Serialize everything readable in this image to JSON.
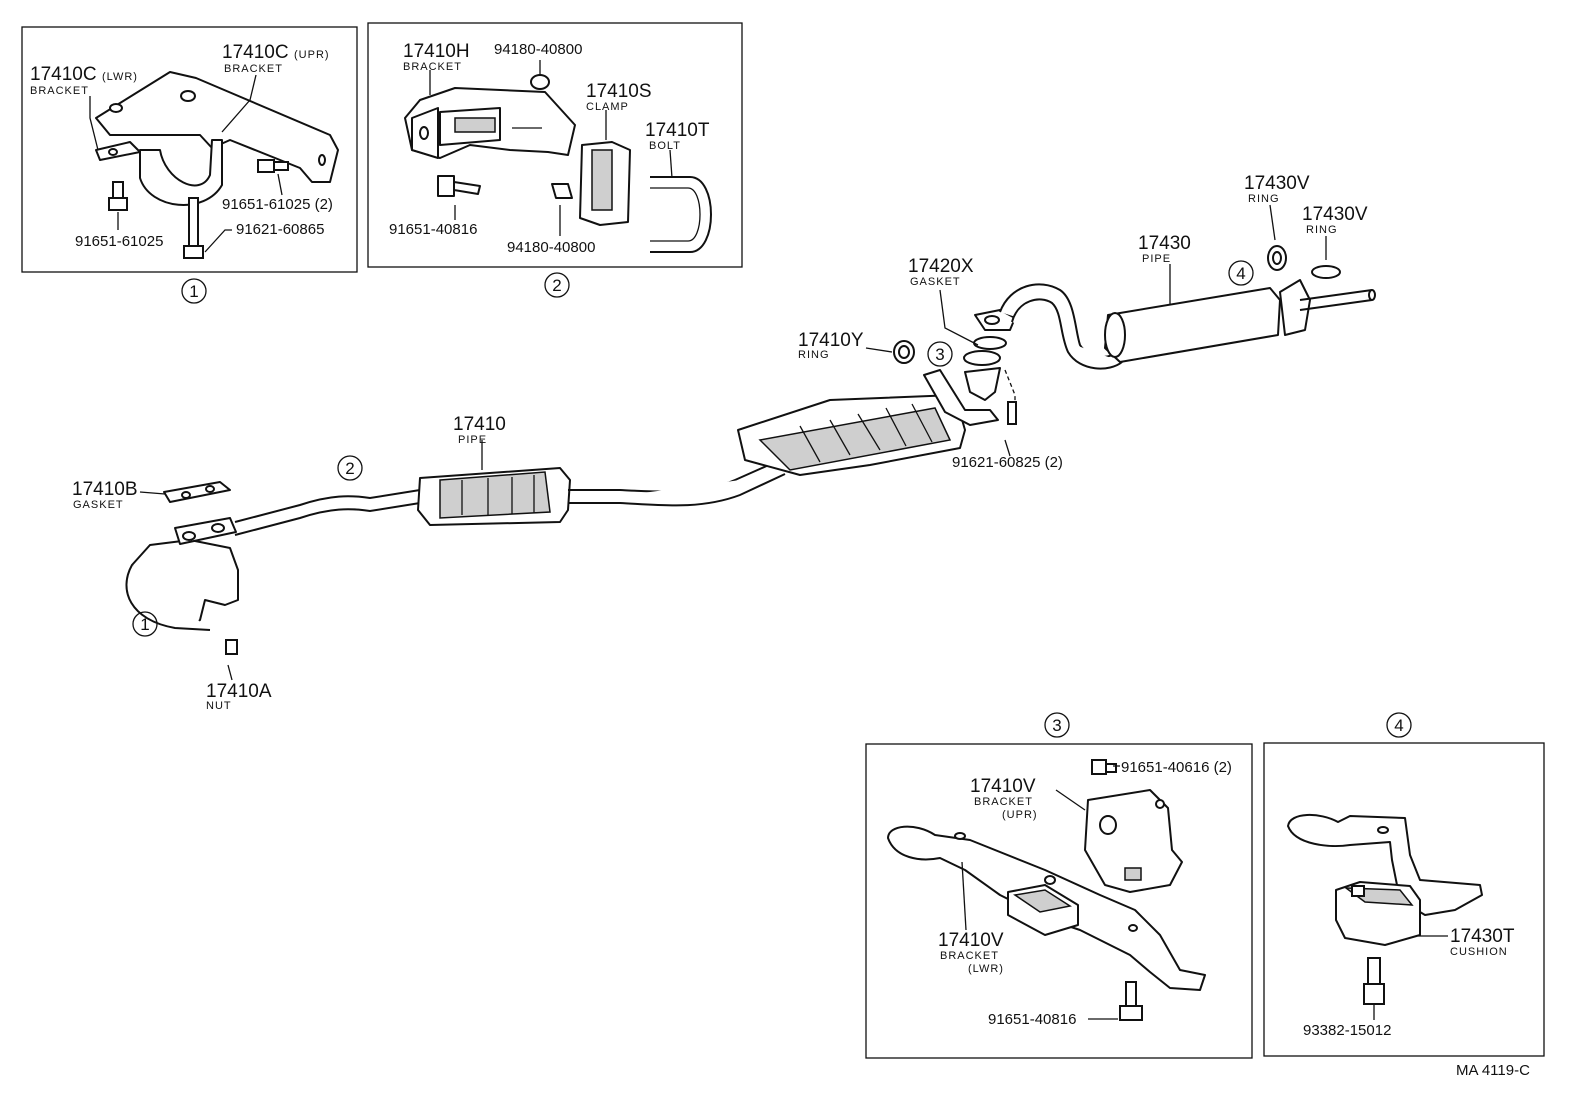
{
  "diagram_id": "MA 4119-C",
  "parts": {
    "p17410C_upr": {
      "number": "17410C",
      "suffix": "(UPR)",
      "name": "BRACKET"
    },
    "p17410C_lwr": {
      "number": "17410C",
      "suffix": "(LWR)",
      "name": "BRACKET"
    },
    "p91651_61025_2": "91651-61025 (2)",
    "p91651_61025": "91651-61025",
    "p91621_60865": "91621-60865",
    "p17410H": {
      "number": "17410H",
      "name": "BRACKET"
    },
    "p94180_40800_a": "94180-40800",
    "p17410S": {
      "number": "17410S",
      "name": "CLAMP"
    },
    "p17410T": {
      "number": "17410T",
      "name": "BOLT"
    },
    "p91651_40816_a": "91651-40816",
    "p94180_40800_b": "94180-40800",
    "p17430V_a": {
      "number": "17430V",
      "name": "RING"
    },
    "p17430V_b": {
      "number": "17430V",
      "name": "RING"
    },
    "p17430": {
      "number": "17430",
      "name": "PIPE"
    },
    "p17420X": {
      "number": "17420X",
      "name": "GASKET"
    },
    "p17410Y": {
      "number": "17410Y",
      "name": "RING"
    },
    "p17410": {
      "number": "17410",
      "name": "PIPE"
    },
    "p91621_60825": "91621-60825 (2)",
    "p17410B": {
      "number": "17410B",
      "name": "GASKET"
    },
    "p17410A": {
      "number": "17410A",
      "name": "NUT"
    },
    "p91651_40616": "91651-40616 (2)",
    "p17410V_upr": {
      "number": "17410V",
      "name": "BRACKET",
      "suffix": "(UPR)"
    },
    "p17410V_lwr": {
      "number": "17410V",
      "name": "BRACKET",
      "suffix": "(LWR)"
    },
    "p91651_40816_b": "91651-40816",
    "p17430T": {
      "number": "17430T",
      "name": "CUSHION"
    },
    "p93382_15012": "93382-15012"
  },
  "callouts": {
    "c1": "1",
    "c2": "2",
    "c3": "3",
    "c4": "4"
  }
}
